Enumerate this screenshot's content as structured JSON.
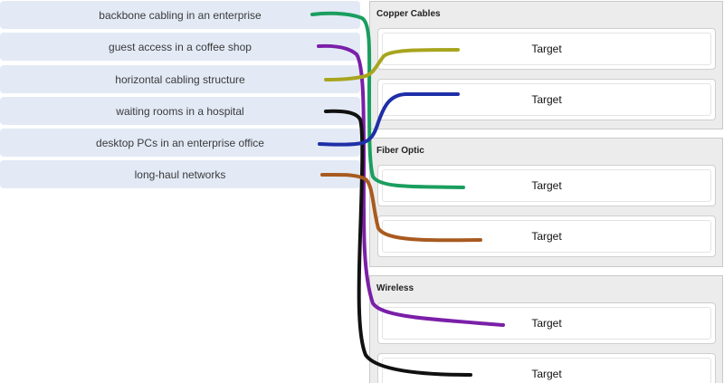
{
  "sources": [
    {
      "label": "backbone cabling in an enterprise"
    },
    {
      "label": "guest access in a coffee shop"
    },
    {
      "label": "horizontal cabling structure"
    },
    {
      "label": "waiting rooms in a hospital"
    },
    {
      "label": "desktop PCs in an enterprise office"
    },
    {
      "label": "long-haul networks"
    }
  ],
  "categories": [
    {
      "title": "Copper Cables",
      "targets": [
        {
          "label": "Target"
        },
        {
          "label": "Target"
        }
      ]
    },
    {
      "title": "Fiber Optic",
      "targets": [
        {
          "label": "Target"
        },
        {
          "label": "Target"
        }
      ]
    },
    {
      "title": "Wireless",
      "targets": [
        {
          "label": "Target"
        },
        {
          "label": "Target"
        }
      ]
    }
  ],
  "wires": [
    {
      "from": "backbone cabling in an enterprise",
      "to": "Fiber Optic target 1",
      "color": "#1a9e5f"
    },
    {
      "from": "guest access in a coffee shop",
      "to": "Wireless target 1",
      "color": "#7a1fa8"
    },
    {
      "from": "horizontal cabling structure",
      "to": "Copper Cables target 1",
      "color": "#a8a51f"
    },
    {
      "from": "waiting rooms in a hospital",
      "to": "Wireless target 2",
      "color": "#111111"
    },
    {
      "from": "desktop PCs in an enterprise office",
      "to": "Copper Cables target 2",
      "color": "#1f2fa8"
    },
    {
      "from": "long-haul networks",
      "to": "Fiber Optic target 2",
      "color": "#a85a1f"
    }
  ]
}
